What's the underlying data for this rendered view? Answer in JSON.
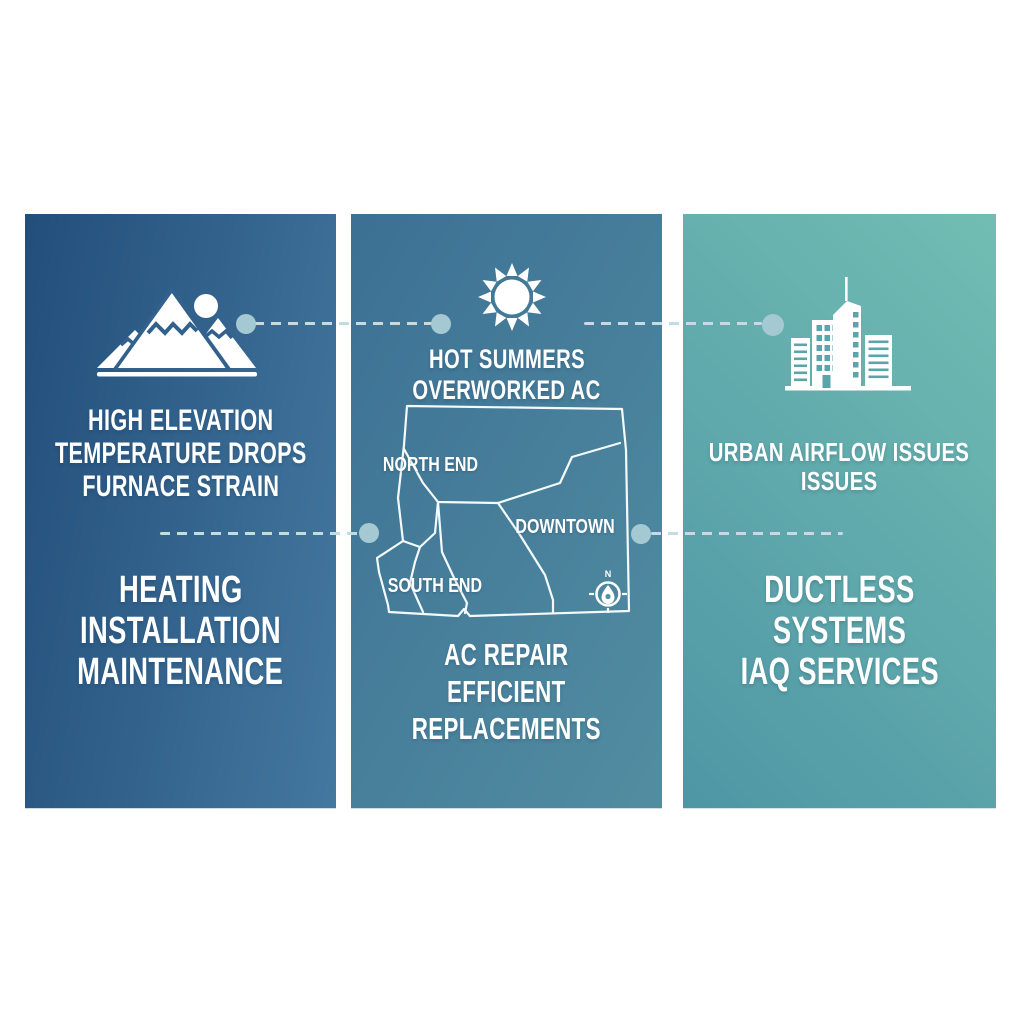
{
  "infographic": {
    "background": "#ffffff",
    "text_color": "#ffffff",
    "connector": {
      "dash_color": "#c4dbe3",
      "dot_color": "#a4c9d3"
    },
    "panels": {
      "heating": {
        "icon": "mountains-icon",
        "gradient": [
          "#224e7b",
          "#44789f"
        ],
        "heading_lines": [
          "HIGH ELEVATION",
          "TEMPERATURE DROPS",
          "FURNACE STRAIN"
        ],
        "service_lines": [
          "HEATING",
          "INSTALLATION",
          "MAINTENANCE"
        ]
      },
      "cooling": {
        "icon": "sun-icon",
        "gradient": [
          "#3c7094",
          "#528da1"
        ],
        "heading_lines": [
          "HOT SUMMERS",
          "OVERWORKED AC"
        ],
        "map": {
          "labels": {
            "north": "NORTH END",
            "downtown": "DOWNTOWN",
            "south": "SOUTH END"
          },
          "compass_letter": "N"
        },
        "service_lines": [
          "AC REPAIR",
          "EFFICIENT",
          "REPLACEMENTS"
        ]
      },
      "air_quality": {
        "icon": "city-buildings-icon",
        "gradient": [
          "#4f96a5",
          "#72bdb3"
        ],
        "heading_lines": [
          "URBAN AIRFLOW ISSUES",
          "ISSUES"
        ],
        "service_lines": [
          "DUCTLESS",
          "SYSTEMS",
          "IAQ SERVICES"
        ]
      }
    }
  }
}
